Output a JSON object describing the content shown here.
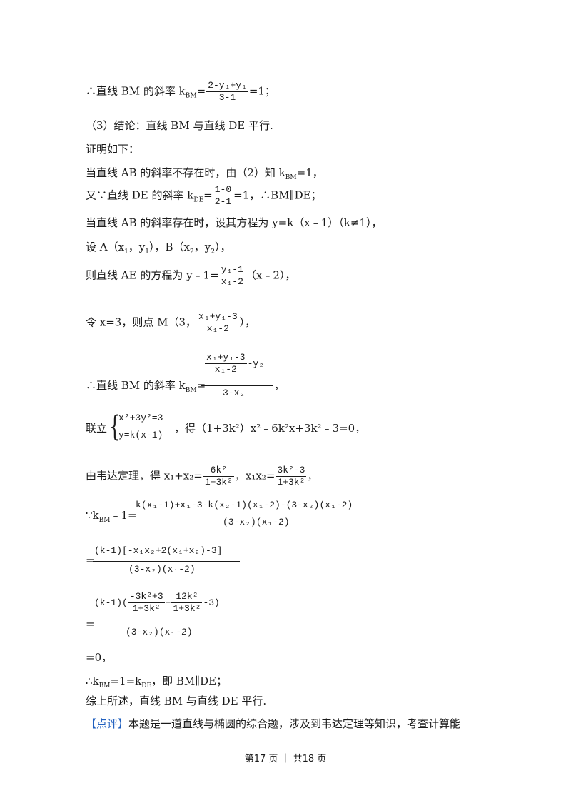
{
  "l1": {
    "prefix": "∴直线 BM 的斜率 k",
    "sub": "BM",
    "eq": "=",
    "num": "2-y₁+y₁",
    "den": "3-1",
    "suffix": "=1；"
  },
  "l2": "（3）结论：直线 BM 与直线 DE 平行.",
  "l3": "证明如下：",
  "l4": {
    "a": "当直线 AB 的斜率不存在时，由（2）知 k",
    "sub": "BM",
    "b": "=1，"
  },
  "l5": {
    "a": "又∵直线 DE 的斜率 k",
    "sub": "DE",
    "eq": "=",
    "num": "1-0",
    "den": "2-1",
    "b": "=1，∴BM∥DE；"
  },
  "l6": "当直线 AB 的斜率存在时，设其方程为 y=k（x﹣1）（k≠1），",
  "l7": {
    "a": "设 A（x",
    "s1": "1",
    "b": "，y",
    "s2": "1",
    "c": "），B（x",
    "s3": "2",
    "d": "，y",
    "s4": "2",
    "e": "），"
  },
  "l8": {
    "a": "则直线 AE 的方程为 y﹣1=",
    "num": "y₁-1",
    "den": "x₁-2",
    "b": "（x﹣2），"
  },
  "l9": {
    "a": "令 x=3，则点 M（3，",
    "num": "x₁+y₁-3",
    "den": "x₁-2",
    "b": "），"
  },
  "l10": {
    "a": "∴直线 BM 的斜率 k",
    "sub": "BM",
    "eq": "=",
    "inner_num": "x₁+y₁-3",
    "inner_den": "x₁-2",
    "minus": "-y₂",
    "den": "3-x₂",
    "b": "，"
  },
  "l11": {
    "a": "联立",
    "eq1": "x²+3y²=3",
    "eq2": "y=k(x-1)",
    "b": "，得（1+3k²）x²﹣6k²x+3k²﹣3=0，"
  },
  "l12": {
    "a": "由韦达定理，得 x₁+x₂=",
    "n1": "6k²",
    "d1": "1+3k²",
    "b": "，x₁x₂=",
    "n2": "3k²-3",
    "d2": "1+3k²",
    "c": "，"
  },
  "l13": {
    "a": "∵k",
    "sub": "BM",
    "b": "﹣1=",
    "num": "k(x₁-1)+x₁-3-k(x₂-1)(x₁-2)-(3-x₂)(x₁-2)",
    "den": "(3-x₂)(x₁-2)"
  },
  "l14": {
    "a": "=",
    "num": "(k-1)[-x₁x₂+2(x₁+x₂)-3]",
    "den": "(3-x₂)(x₁-2)"
  },
  "l15": {
    "a": "=",
    "pre": "(k-1)(",
    "n1": "-3k²+3",
    "d1": "1+3k²",
    "plus": "+",
    "n2": "12k²",
    "d2": "1+3k²",
    "post": "-3)",
    "den": "(3-x₂)(x₁-2)"
  },
  "l16": "=0，",
  "l17": {
    "a": "∴k",
    "s1": "BM",
    "b": "=1=k",
    "s2": "DE",
    "c": "，即 BM∥DE；"
  },
  "l18": "综上所述，直线 BM 与直线 DE 平行.",
  "l19": {
    "tag": "【点评】",
    "text": "本题是一道直线与椭圆的综合题，涉及到韦达定理等知识，考查计算能"
  },
  "footer": "第17 页 ｜ 共18 页"
}
